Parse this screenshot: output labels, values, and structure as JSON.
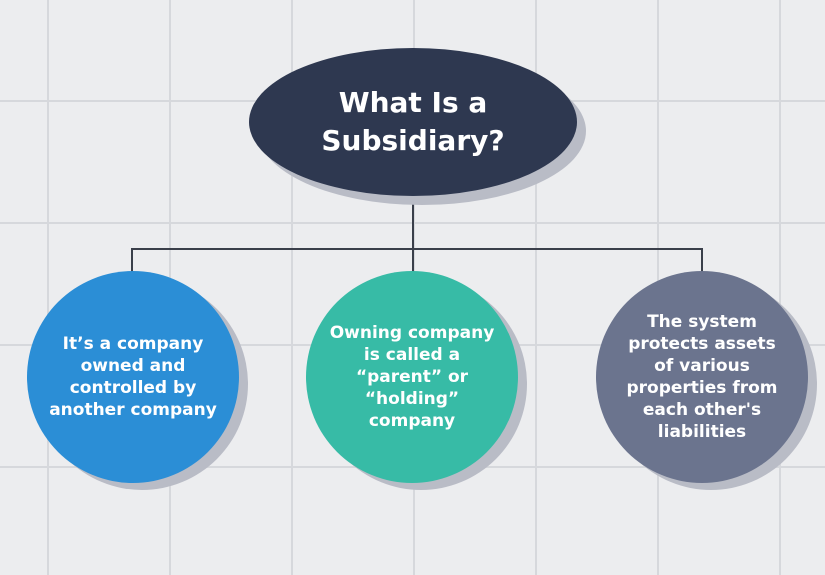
{
  "root": {
    "label": "What Is a Subsidiary?",
    "color": "#2e3850"
  },
  "children": [
    {
      "label": "It’s a company owned and controlled by another company",
      "color": "#2b8ed6"
    },
    {
      "label": "Owning company is called a “parent” or “holding” company",
      "color": "#37bba6"
    },
    {
      "label": "The system protects assets of various properties from each other's liabilities",
      "color": "#6b748e"
    }
  ],
  "connector_color": "#3a3f4a"
}
